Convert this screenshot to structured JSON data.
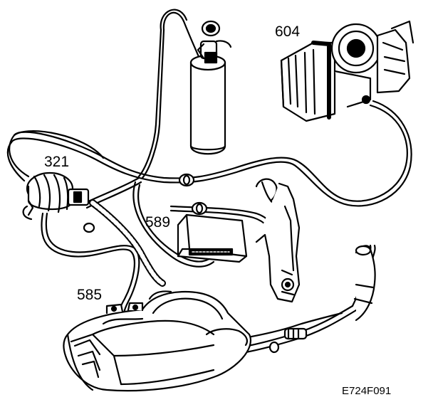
{
  "callouts": {
    "throttle_body": "604",
    "purge_valve": "321",
    "control_module": "589",
    "fuel_tank": "585"
  },
  "figure_ref": "E724F091"
}
